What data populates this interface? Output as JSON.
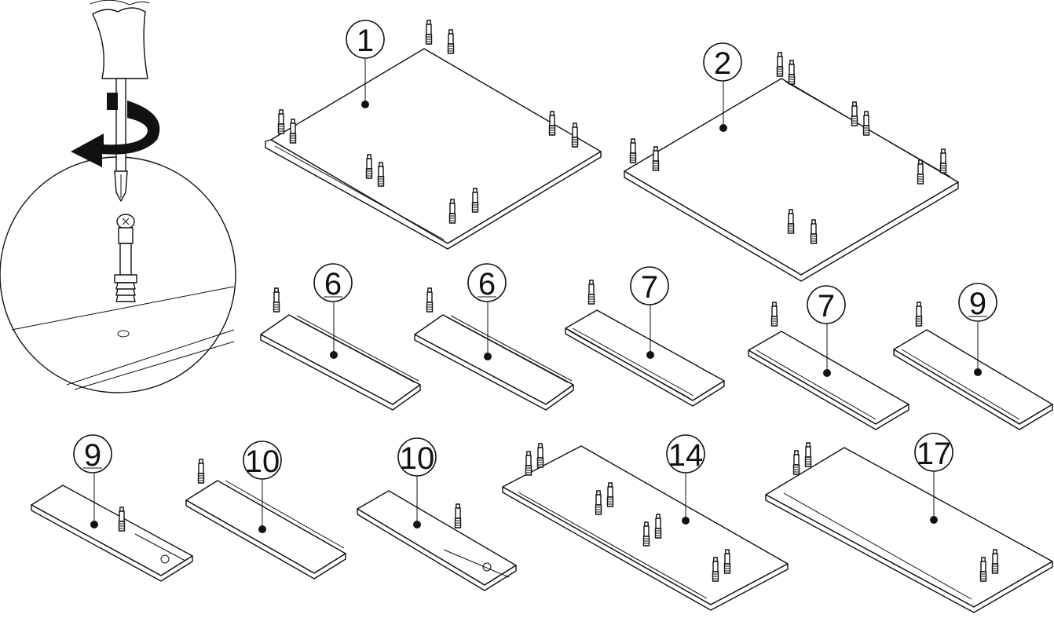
{
  "parts": [
    {
      "id": "part-1",
      "label": "1"
    },
    {
      "id": "part-2",
      "label": "2"
    },
    {
      "id": "part-6a",
      "label": "6"
    },
    {
      "id": "part-6b",
      "label": "6"
    },
    {
      "id": "part-7a",
      "label": "7"
    },
    {
      "id": "part-7b",
      "label": "7"
    },
    {
      "id": "part-9a",
      "label": "9"
    },
    {
      "id": "part-9b",
      "label": "9"
    },
    {
      "id": "part-10a",
      "label": "10"
    },
    {
      "id": "part-10b",
      "label": "10"
    },
    {
      "id": "part-14",
      "label": "14"
    },
    {
      "id": "part-17",
      "label": "17"
    }
  ],
  "icons": {
    "tool": "screwdriver-icon",
    "rotation": "rotate-arrow-icon",
    "fastener": "cam-dowel-icon"
  }
}
